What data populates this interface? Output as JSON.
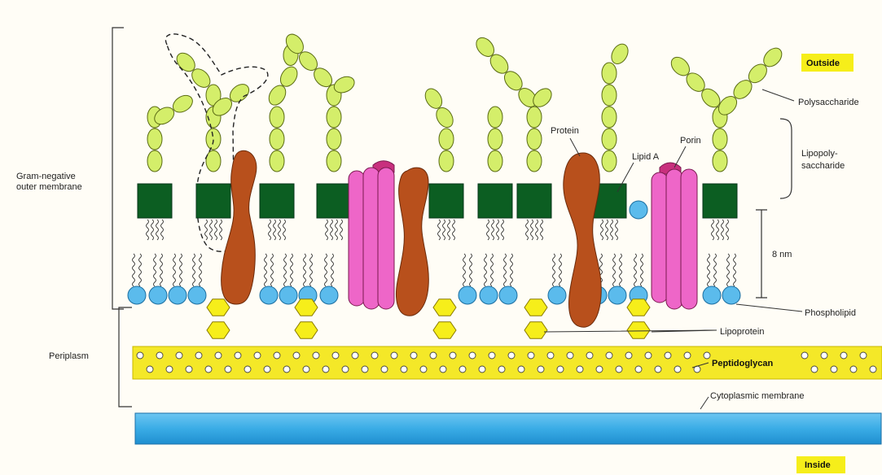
{
  "labels": {
    "outside": "Outside",
    "inside": "Inside",
    "polysaccharide": "Polysaccharide",
    "lipopolysaccharide_line1": "Lipopoly-",
    "lipopolysaccharide_line2": "saccharide",
    "gram_negative_line1": "Gram-negative",
    "gram_negative_line2": "outer membrane",
    "periplasm": "Periplasm",
    "protein": "Protein",
    "lipid_a": "Lipid A",
    "porin": "Porin",
    "thickness": "8 nm",
    "phospholipid": "Phospholipid",
    "lipoprotein": "Lipoprotein",
    "peptidoglycan": "Peptidoglycan",
    "cytoplasmic_membrane": "Cytoplasmic membrane"
  },
  "colors": {
    "sugar_bead": "#d4ee6a",
    "lipid_a_block": "#0c5e22",
    "phospholipid_head": "#5bbbec",
    "protein": "#b8501c",
    "porin": "#ee66c8",
    "lipoprotein": "#f6ee1a",
    "peptidoglycan_band": "#f4e828",
    "cytoplasmic_membrane": "#3aace6",
    "label_highlight": "#f6ee1a"
  }
}
